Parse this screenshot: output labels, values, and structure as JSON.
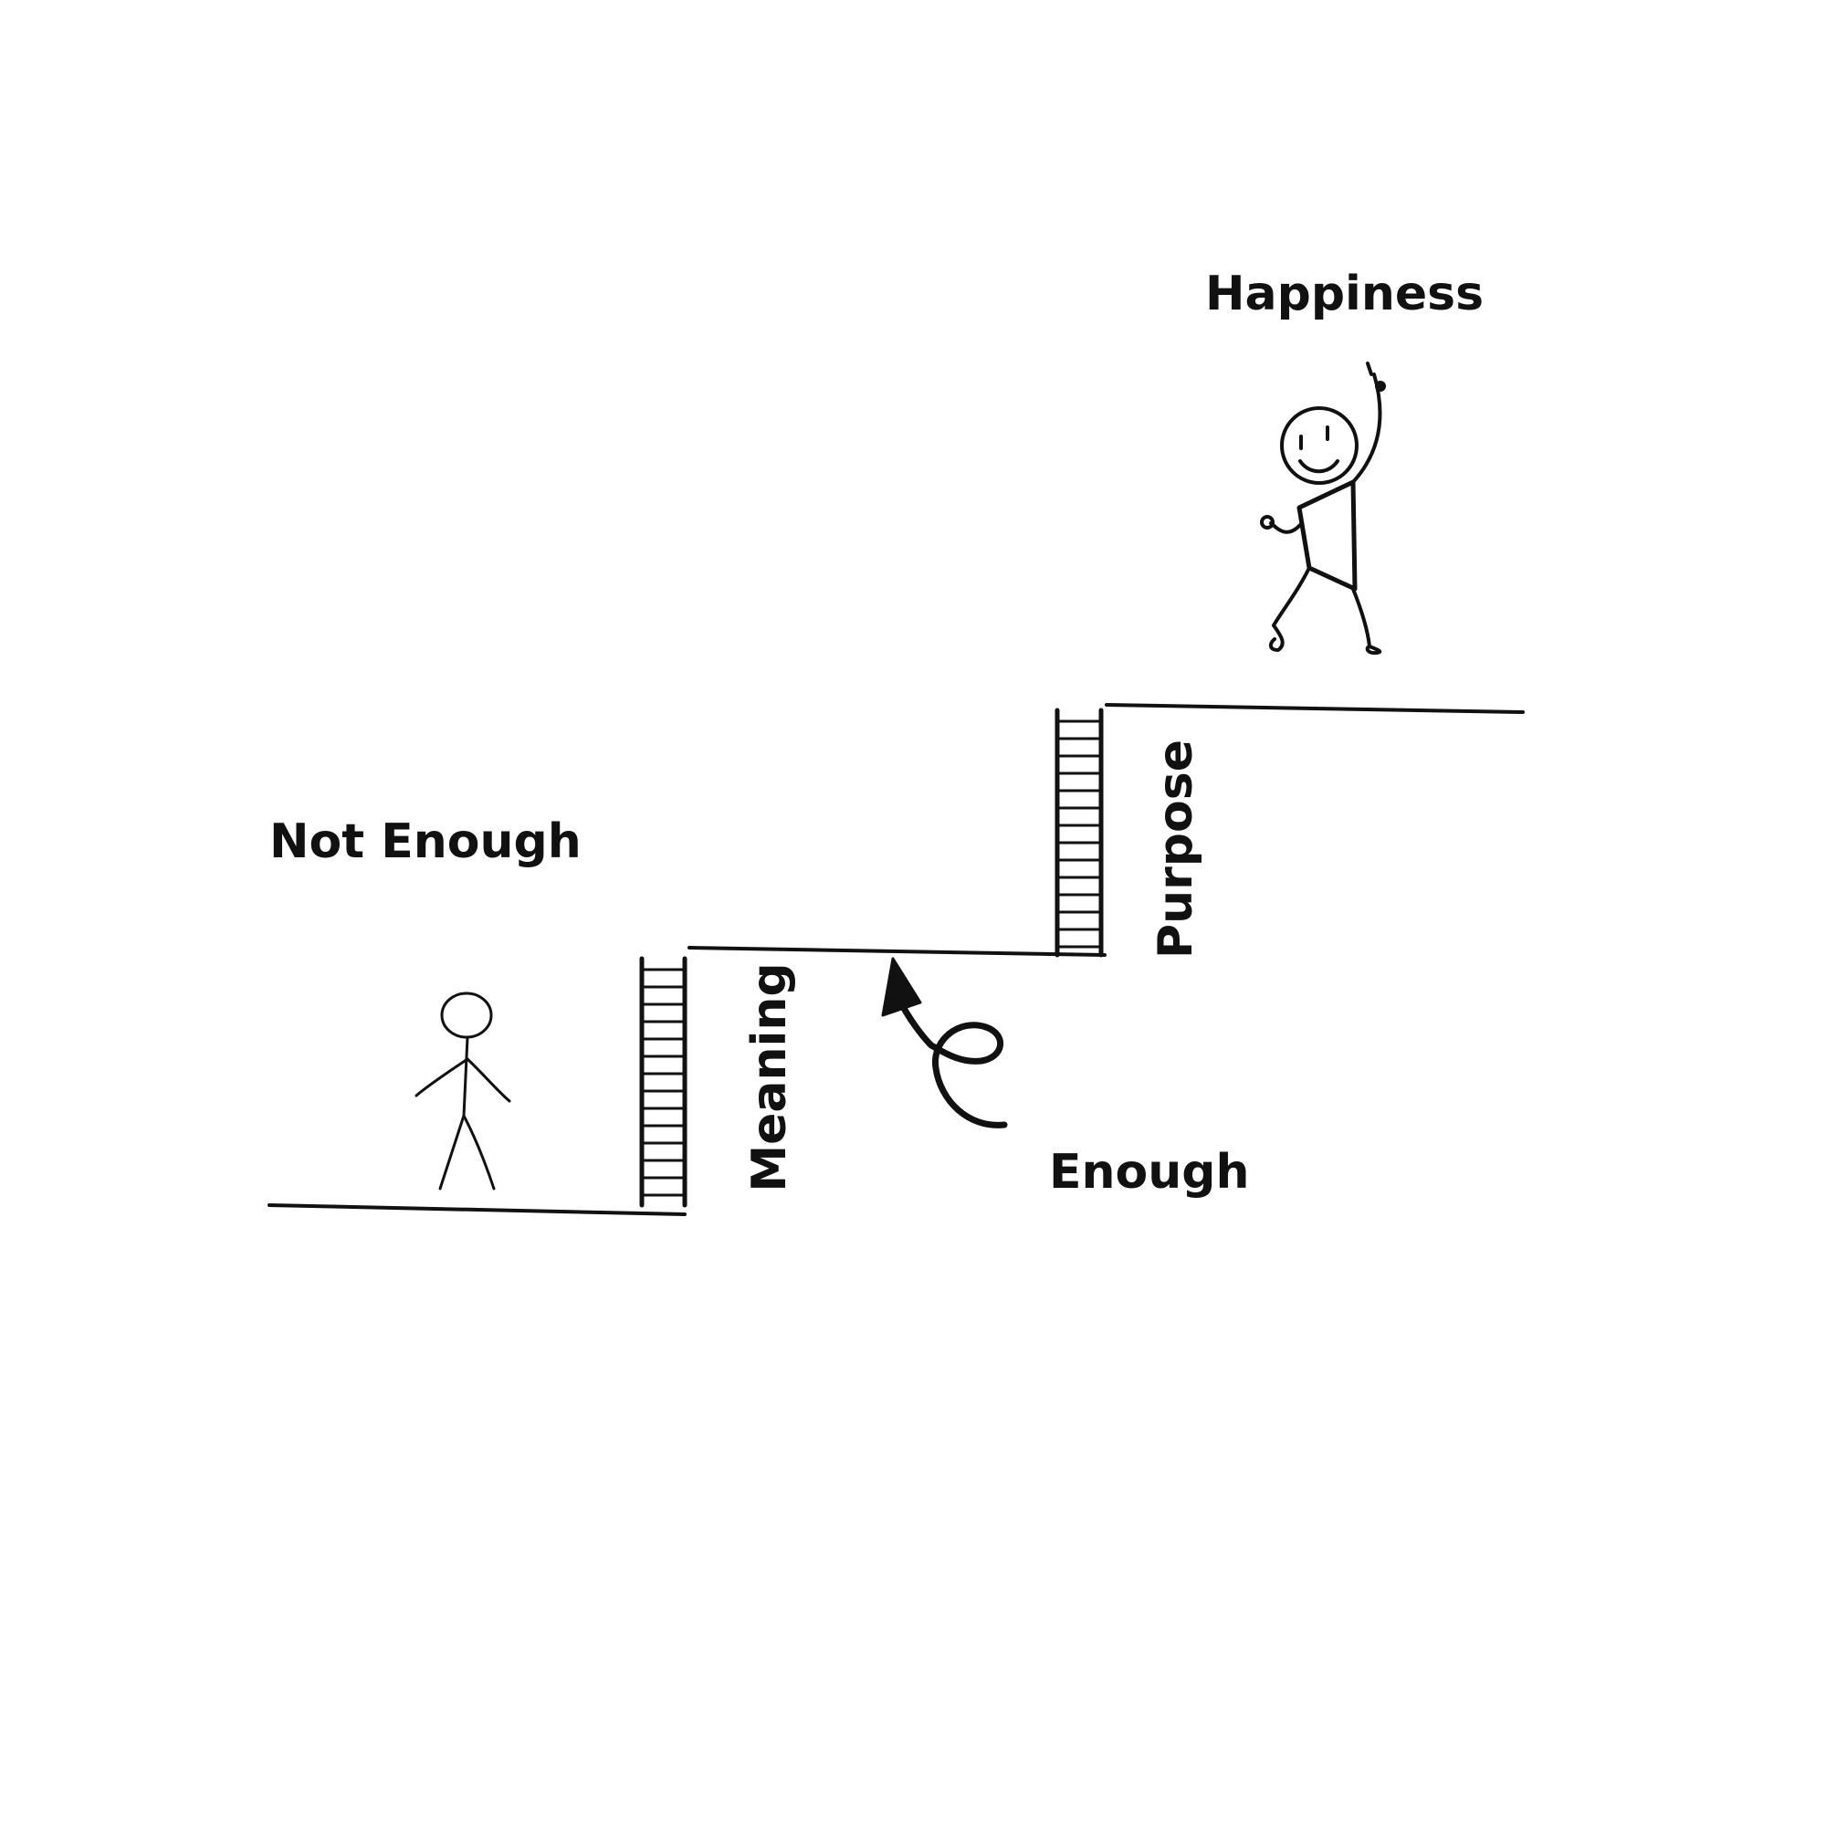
{
  "labels": {
    "not_enough": "Not Enough",
    "meaning": "Meaning",
    "enough": "Enough",
    "purpose": "Purpose",
    "happiness": "Happiness"
  },
  "colors": {
    "ink": "#111111",
    "background": "#ffffff"
  },
  "icons": {
    "figure_low": "stick-figure-standing",
    "figure_high": "stick-figure-celebrating",
    "arrow": "curly-up-arrow",
    "ladders": "ladder"
  }
}
